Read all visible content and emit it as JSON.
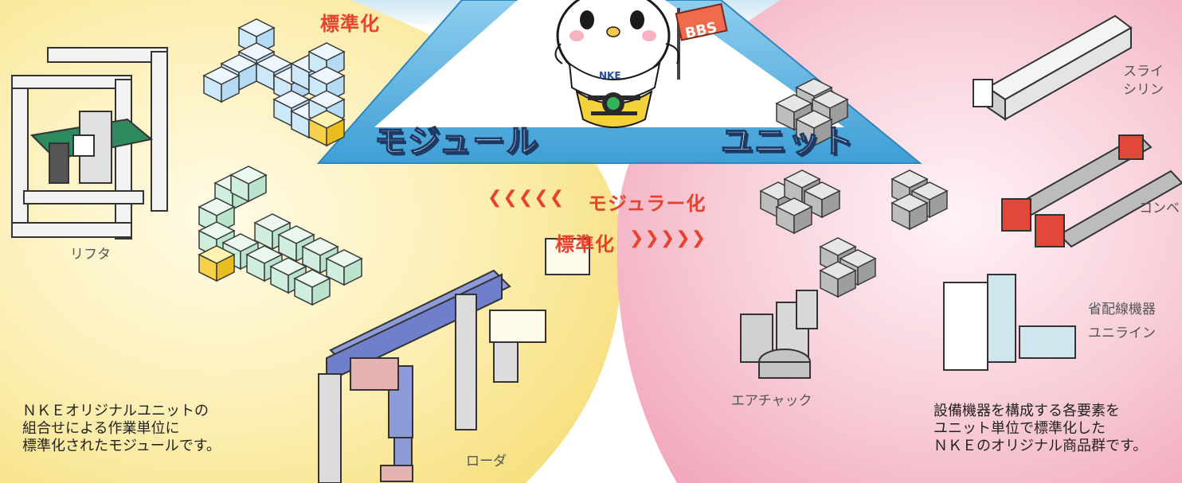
{
  "labels": {
    "standardization_top": "標準化",
    "module": "モジュール",
    "unit": "ユニット",
    "modularization": "モジュラー化",
    "standardization_mid": "標準化",
    "flag": "BBS",
    "mascot_badge": "NKE"
  },
  "arrows": {
    "left_chevrons": "❮❮❮❮❮",
    "right_chevrons": "❯❯❯❯❯"
  },
  "left_items": {
    "lifter": "リフタ",
    "loader": "ローダ"
  },
  "right_items": {
    "slide_cylinder_1": "スライ",
    "slide_cylinder_2": "シリン",
    "conveyor": "コンベ",
    "wiring_1": "省配線機器",
    "wiring_2": "ユニライン",
    "air_chuck": "エアチャック"
  },
  "descriptions": {
    "left": "ＮＫＥオリジナルユニットの\n組合せによる作業単位に\n標準化されたモジュールです。",
    "right": "設備機器を構成する各要素を\nユニット単位で標準化した\nＮＫＥのオリジナル商品群です。"
  },
  "colors": {
    "left_bg": "#fbeaa2",
    "right_bg": "#f5b9c8",
    "triangle": "#58b4e2",
    "accent_red": "#e8412c",
    "dark_navy": "#1c3a64"
  }
}
